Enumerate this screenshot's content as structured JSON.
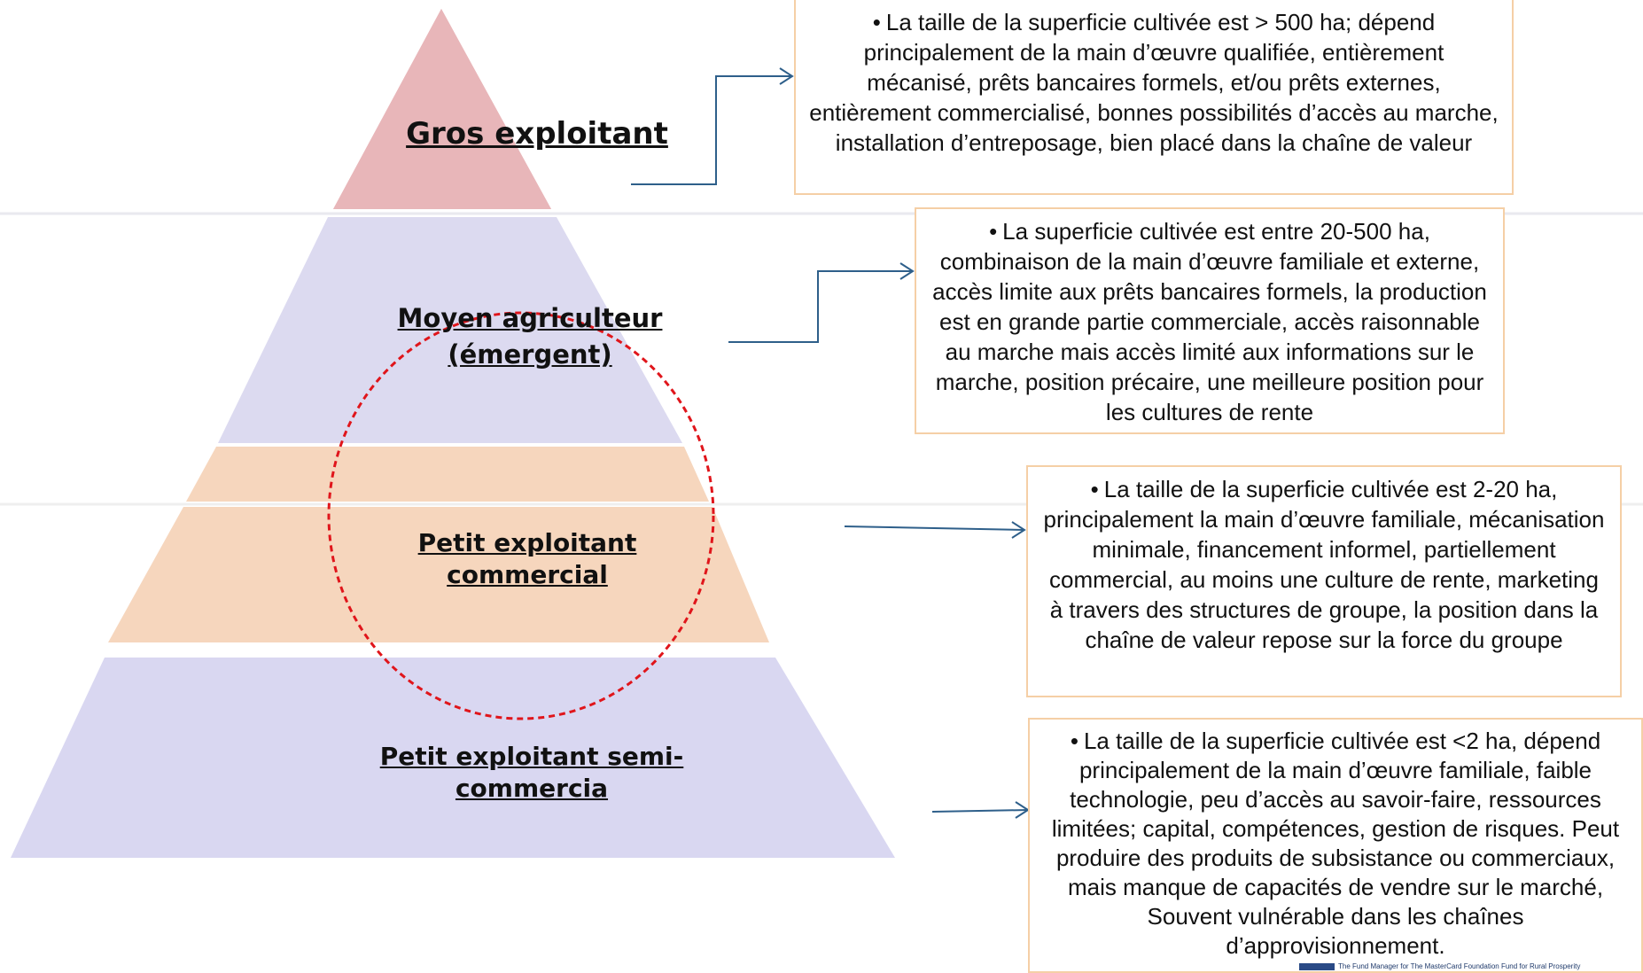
{
  "tiers": [
    {
      "label": "Gros exploitant",
      "color": "#e8b6b9"
    },
    {
      "label": "Moyen agriculteur (émergent)",
      "color": "#dcdaf0"
    },
    {
      "label": "Petit exploitant commercial",
      "color": "#f6d6bd"
    },
    {
      "label": "Petit exploitant semi-commercia",
      "color": "#d9d7f1"
    }
  ],
  "boxes": [
    {
      "bullet": "•",
      "text": "La taille de la superficie cultivée est > 500 ha; dépend principalement de la main d’œuvre qualifiée, entièrement mécanisé, prêts bancaires formels, et/ou prêts externes, entièrement commercialisé, bonnes possibilités d’accès au marche, installation d’entreposage,  bien placé dans la chaîne de valeur"
    },
    {
      "bullet": "•",
      "text": "La superficie cultivée est entre 20-500 ha, combinaison de la main d’œuvre familiale et externe, accès limite aux prêts bancaires formels, la production est en grande partie commerciale, accès raisonnable au marche mais accès limité aux informations sur le marche, position précaire, une meilleure position pour les cultures de rente"
    },
    {
      "bullet": "•",
      "text": "La taille de la superficie cultivée est 2-20 ha, principalement la main d’œuvre familiale, mécanisation minimale, financement informel, partiellement commercial, au moins une culture de rente, marketing à travers des structures de groupe, la position dans la chaîne de valeur repose sur la force du groupe"
    },
    {
      "bullet": "•",
      "text": "La taille de la superficie cultivée est <2 ha, dépend principalement de la main d’œuvre familiale, faible technologie, peu d’accès au savoir-faire, ressources limitées; capital, compétences, gestion de risques. Peut produire des produits de subsistance ou commerciaux, mais manque de capacités de vendre sur le marché, Souvent vulnérable dans les chaînes d’approvisionnement."
    }
  ],
  "footer_text": "The Fund Manager for The MasterCard Foundation Fund for Rural Prosperity",
  "colors": {
    "connector": "#2e5f8a",
    "ellipse": "#e0151b",
    "box_border": "#f5cfa6"
  }
}
